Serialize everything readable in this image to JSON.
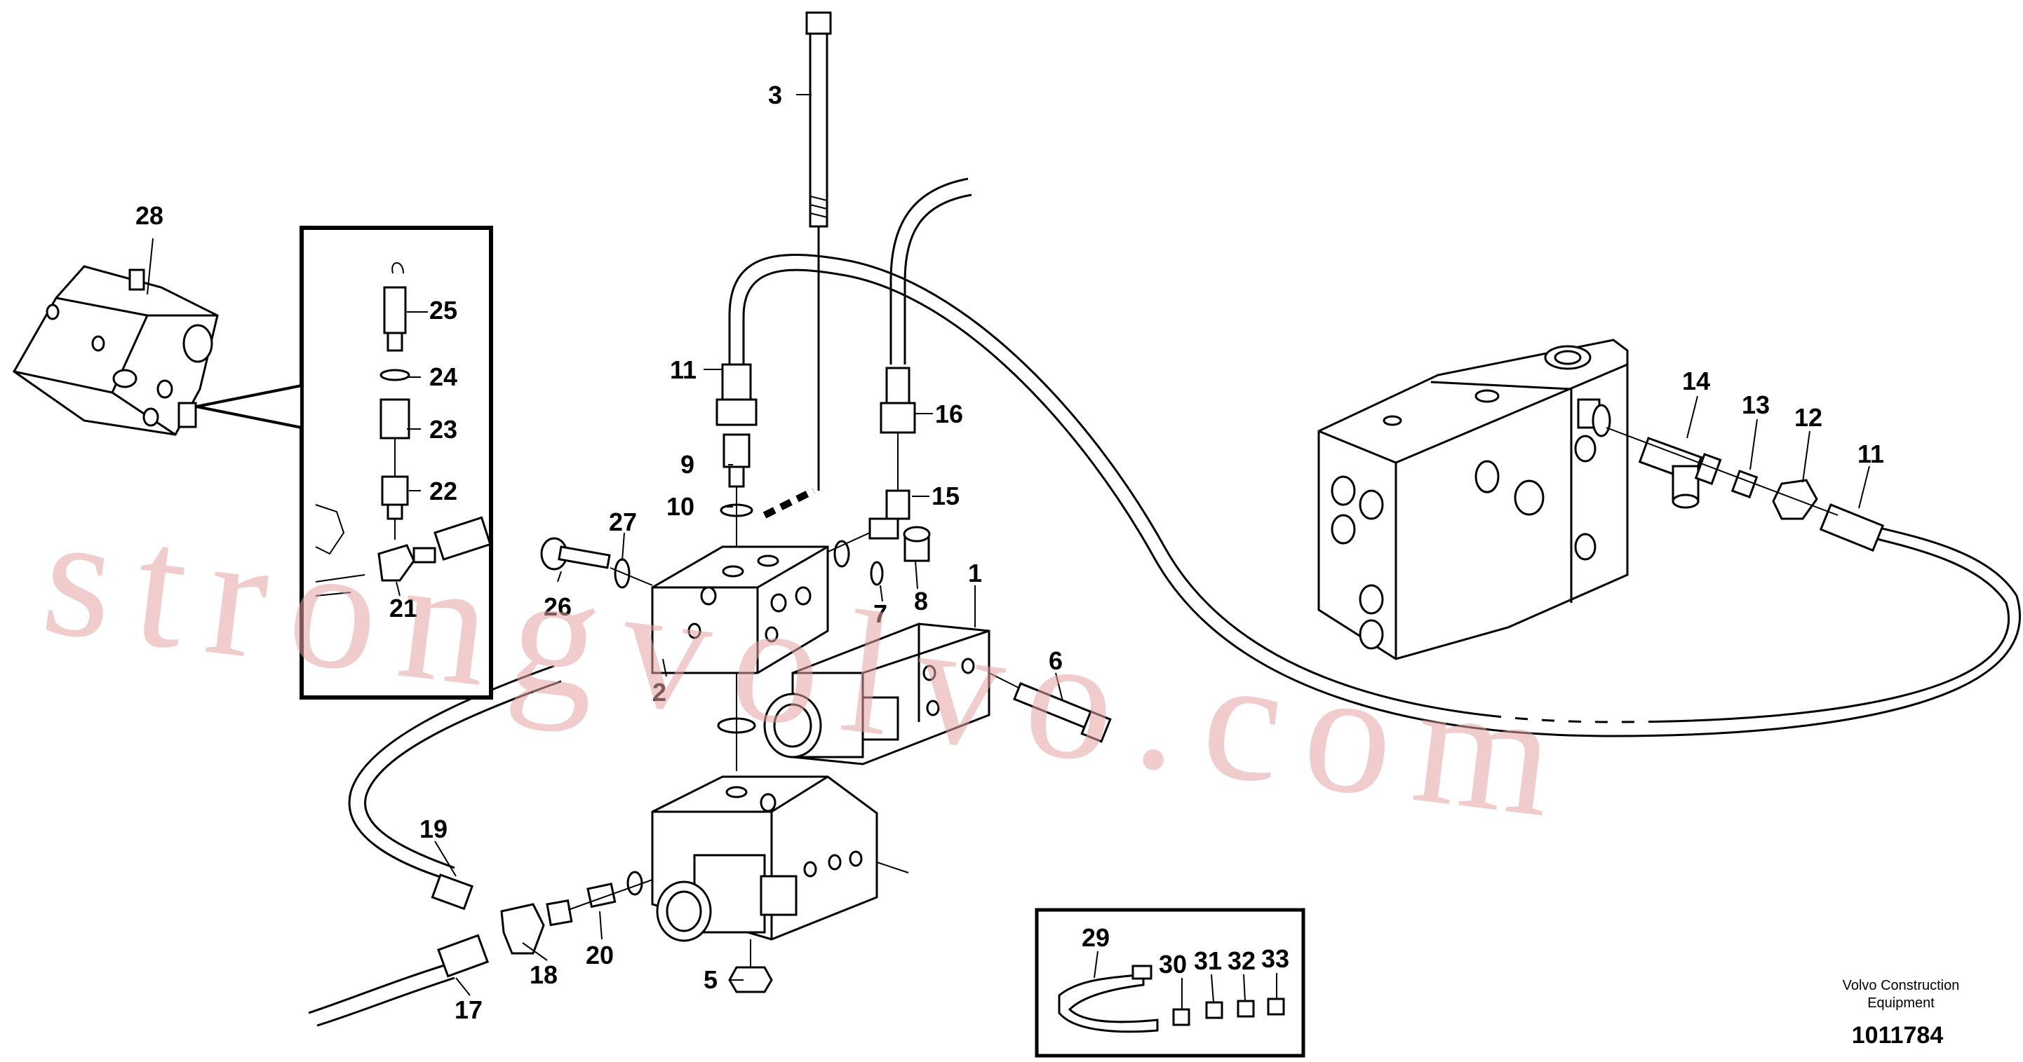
{
  "watermark": "strongvolvo.com",
  "credit": {
    "line1": "Volvo Construction",
    "line2": "Equipment"
  },
  "doc_number": "1011784",
  "callouts": {
    "c1": "1",
    "c2": "2",
    "c3": "3",
    "c5": "5",
    "c6": "6",
    "c7": "7",
    "c8": "8",
    "c9": "9",
    "c10": "10",
    "c11a": "11",
    "c11b": "11",
    "c12": "12",
    "c13": "13",
    "c14": "14",
    "c15": "15",
    "c16": "16",
    "c17": "17",
    "c18": "18",
    "c19": "19",
    "c20": "20",
    "c21": "21",
    "c22": "22",
    "c23": "23",
    "c24": "24",
    "c25": "25",
    "c26": "26",
    "c27": "27",
    "c28": "28",
    "c29": "29",
    "c30": "30",
    "c31": "31",
    "c32": "32",
    "c33": "33"
  }
}
